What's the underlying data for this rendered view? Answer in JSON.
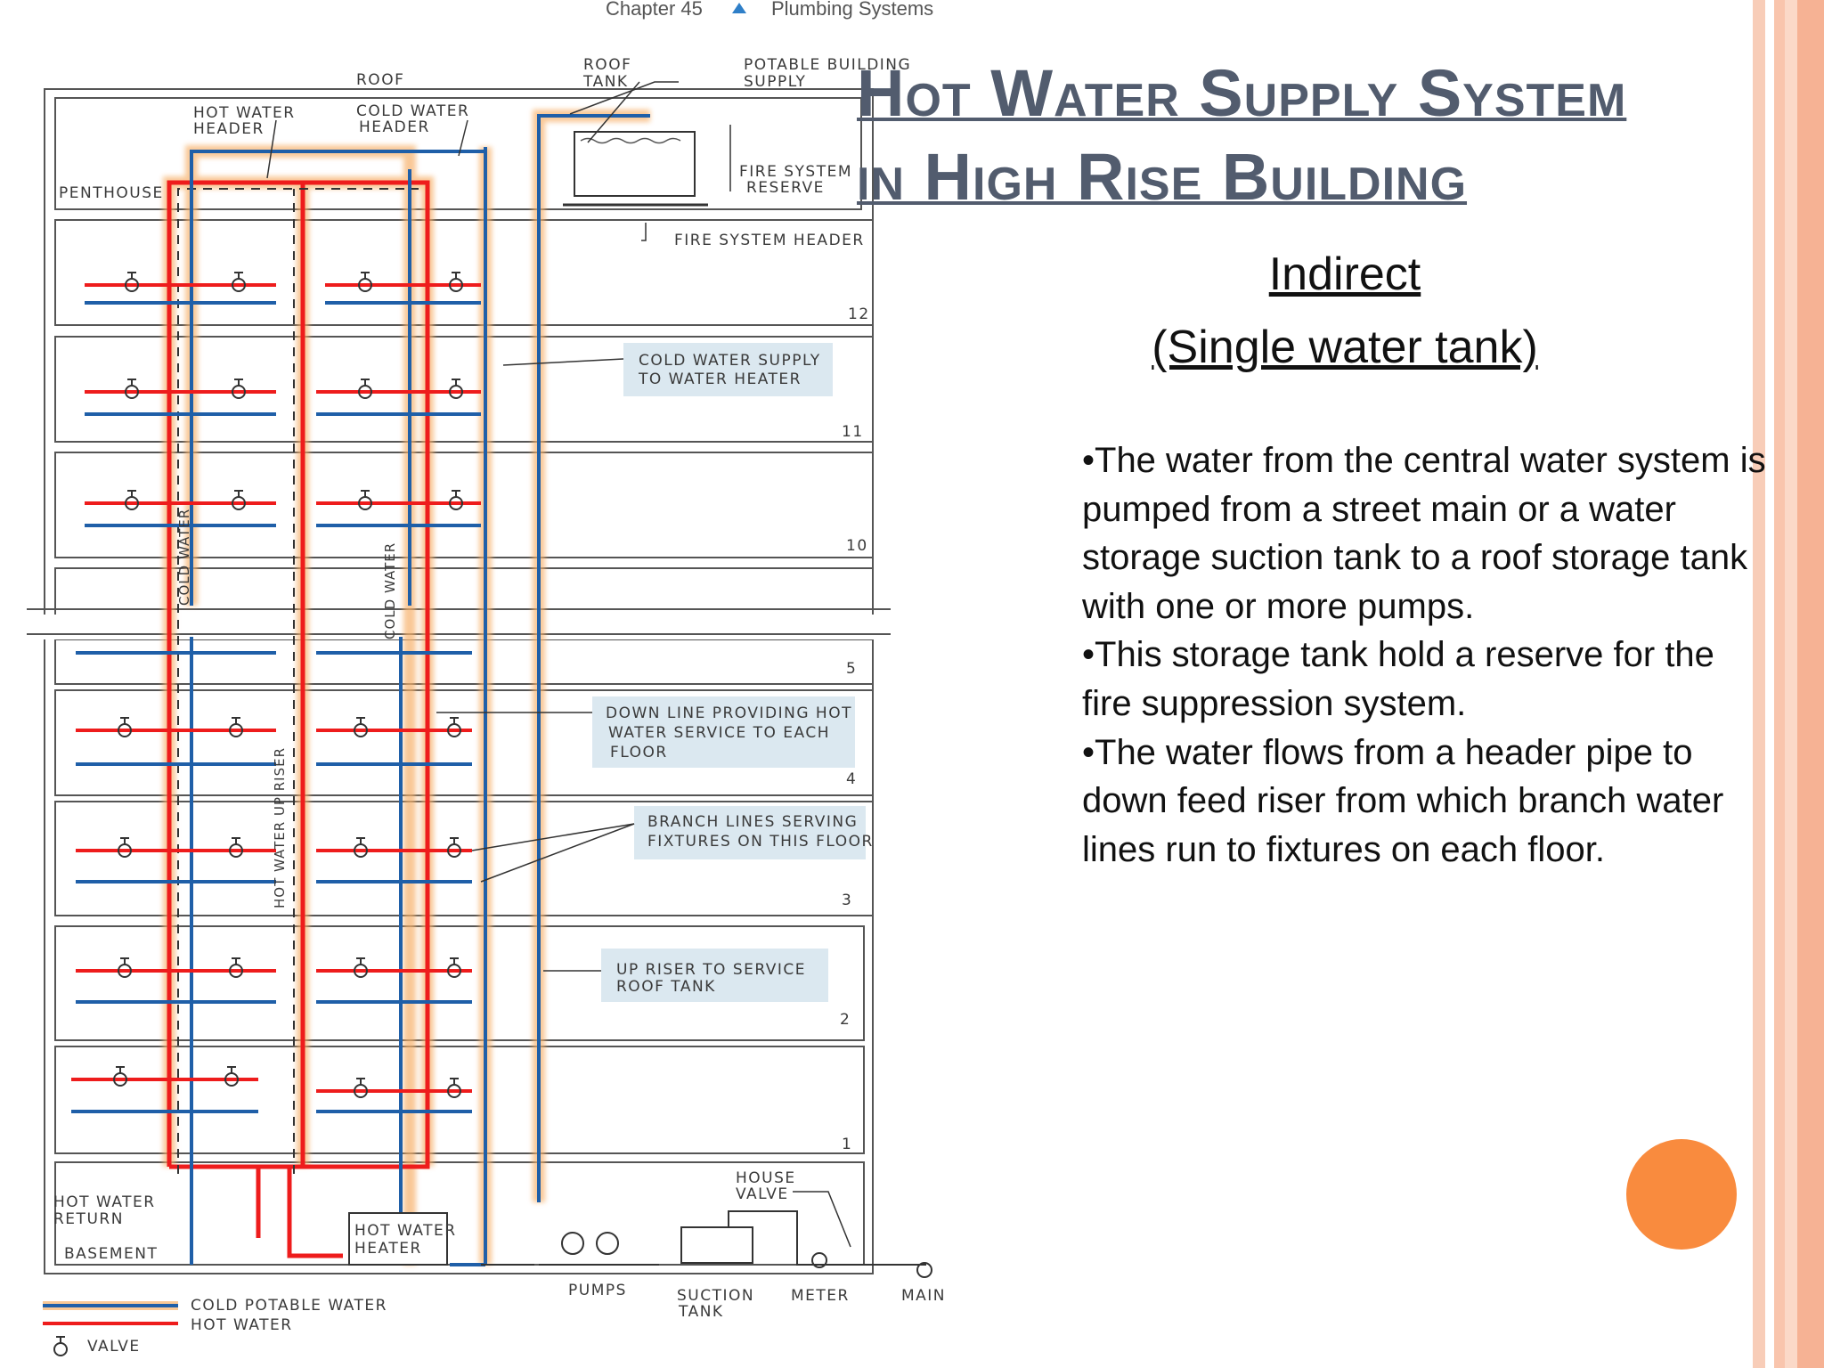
{
  "slide": {
    "title_line1": "Hot Water Supply System",
    "title_line2": "in High Rise Building",
    "subtitle_line1": "Indirect",
    "subtitle_line2": "(Single water tank)",
    "bullets": [
      "•The water from the central water system is pumped from a street main or a water storage suction tank to a roof storage tank with one or more pumps.",
      "•This  storage tank hold a reserve for the fire suppression  system.",
      "•The water flows from a header pipe to down feed riser from which branch water lines run to fixtures on each floor."
    ]
  },
  "diagram": {
    "chapter": "Chapter 45",
    "chapter_section": "Plumbing Systems",
    "labels": {
      "roof": "ROOF",
      "roof_tank_1": "ROOF",
      "roof_tank_2": "TANK",
      "potable_1": "POTABLE BUILDING",
      "potable_2": "SUPPLY",
      "hw_header_1": "HOT WATER",
      "hw_header_2": "HEADER",
      "cw_header_1": "COLD WATER",
      "cw_header_2": "HEADER",
      "penthouse": "PENTHOUSE",
      "fire_reserve_1": "FIRE SYSTEM",
      "fire_reserve_2": "RESERVE",
      "fire_header": "FIRE SYSTEM HEADER",
      "cold_supply_1": "COLD WATER SUPPLY",
      "cold_supply_2": "TO WATER HEATER",
      "down_line_1": "DOWN LINE PROVIDING HOT",
      "down_line_2": "WATER SERVICE TO EACH",
      "down_line_3": "FLOOR",
      "branch_1": "BRANCH LINES SERVING",
      "branch_2": "FIXTURES ON THIS FLOOR",
      "up_riser_1": "UP RISER TO SERVICE",
      "up_riser_2": "ROOF TANK",
      "cold_water_riser": "COLD WATER",
      "hot_water_up_riser": "HOT WATER UP RISER",
      "hw_return_1": "HOT WATER",
      "hw_return_2": "RETURN",
      "basement": "BASEMENT",
      "heater_1": "HOT WATER",
      "heater_2": "HEATER",
      "house_valve_1": "HOUSE",
      "house_valve_2": "VALVE",
      "pumps": "PUMPS",
      "suction_1": "SUCTION",
      "suction_2": "TANK",
      "meter": "METER",
      "main": "MAIN",
      "legend_cold": "COLD POTABLE WATER",
      "legend_hot": "HOT WATER",
      "legend_valve": "VALVE"
    },
    "floor_numbers": [
      "12",
      "11",
      "10",
      "5",
      "4",
      "3",
      "2",
      "1"
    ],
    "colors": {
      "hot": "#ee1c1c",
      "cold": "#1f5fa8",
      "glow": "#f7b16a",
      "callout_bg": "#dbe8f0",
      "accent": "#f98b3e",
      "title": "#525c6e"
    }
  }
}
